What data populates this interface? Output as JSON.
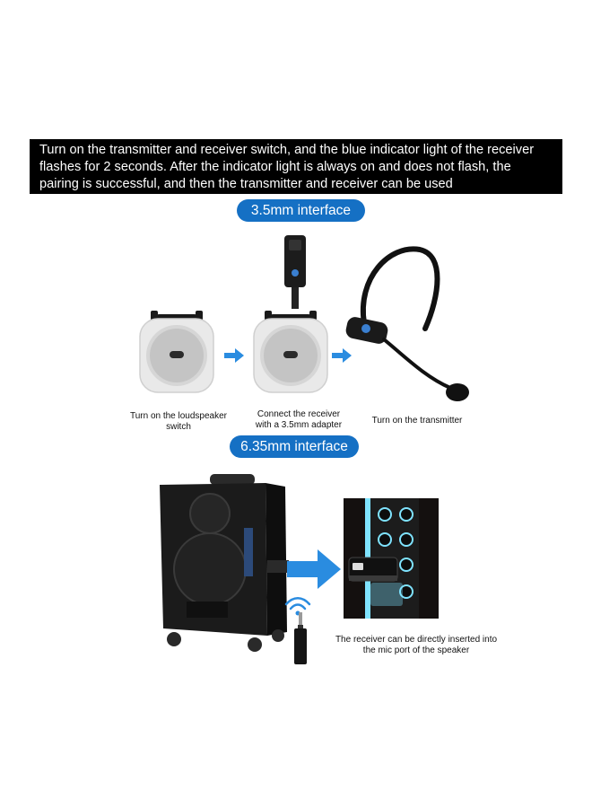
{
  "banner": {
    "line1": "Turn on the transmitter and receiver switch, and the blue indicator light of the receiver",
    "line2": "flashes for 2 seconds. After the indicator light is always on and does not flash, the",
    "line3": "pairing is successful, and then the transmitter and receiver can be used"
  },
  "section_35": {
    "label": "3.5mm interface",
    "steps": [
      {
        "line1": "Turn on the loudspeaker",
        "line2": "switch",
        "icon": "loudspeaker"
      },
      {
        "line1": "Connect the receiver",
        "line2": "with a 3.5mm adapter",
        "icon": "loudspeaker-with-receiver"
      },
      {
        "line1": "Turn on the transmitter",
        "line2": "",
        "icon": "headset-microphone"
      }
    ]
  },
  "section_635": {
    "label": "6.35mm interface",
    "caption": {
      "line1": "The receiver can be directly inserted into",
      "line2": "the mic port of the speaker"
    },
    "icons": [
      "trolley-speaker",
      "receiver-plug",
      "wifi-signal",
      "mic-port-closeup"
    ]
  },
  "colors": {
    "banner_bg": "#000000",
    "pill_bg": "#1570c4",
    "arrow": "#2a8ce0",
    "led": "#7fe3ff"
  }
}
